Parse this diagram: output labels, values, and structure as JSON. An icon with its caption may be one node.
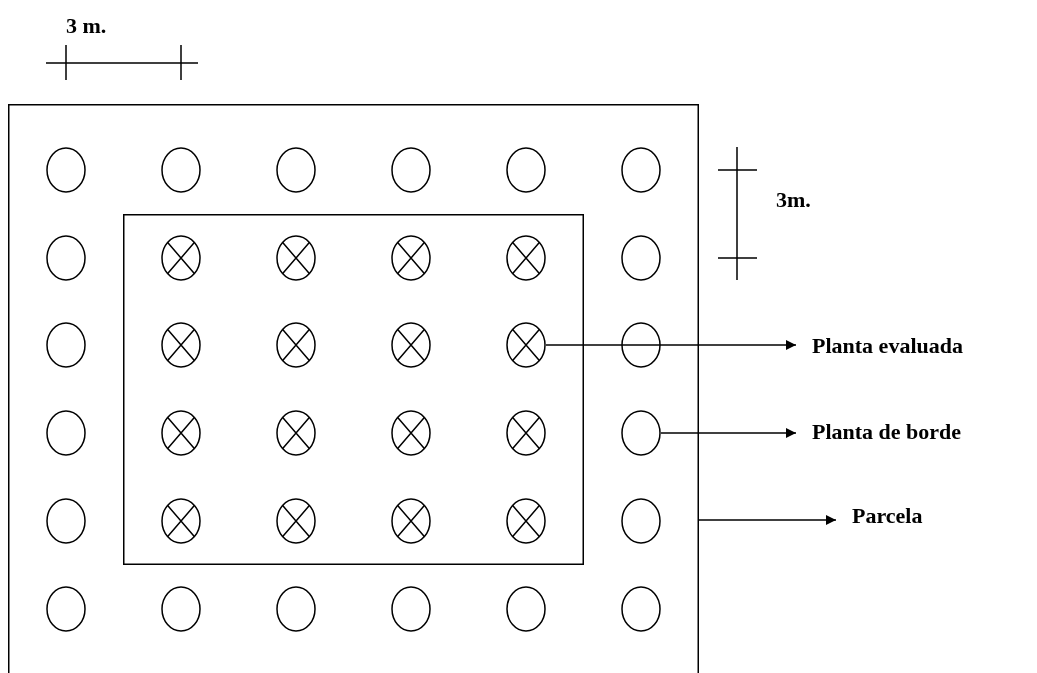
{
  "diagram": {
    "nodes": [
      {
        "text": [],
        "shape": "box"
      },
      {
        "text": [],
        "shape": "box",
        "in": 0
      },
      {
        "text": [],
        "shape": "circle",
        "in": 0
      },
      {
        "text": [],
        "shape": "circle",
        "in": 0
      },
      {
        "text": [],
        "shape": "circle",
        "in": 0
      },
      {
        "text": [],
        "shape": "circle",
        "in": 0
      },
      {
        "text": [],
        "shape": "circle",
        "in": 0
      },
      {
        "text": [],
        "shape": "circle",
        "in": 0
      },
      {
        "text": [],
        "shape": "circle",
        "in": 0
      },
      {
        "text": [],
        "shape": "circle",
        "in": 1
      },
      {
        "text": [],
        "shape": "circle",
        "in": 1
      },
      {
        "text": [],
        "shape": "circle",
        "in": 1
      },
      {
        "text": [],
        "shape": "circle",
        "in": 1
      },
      {
        "text": [],
        "shape": "circle",
        "in": 0
      },
      {
        "text": [],
        "shape": "circle",
        "in": 0
      },
      {
        "text": [],
        "shape": "circle",
        "in": 1
      },
      {
        "text": [],
        "shape": "circle",
        "in": 1
      },
      {
        "text": [],
        "shape": "circle",
        "in": 1
      },
      {
        "text": [],
        "shape": "circle",
        "in": 1
      },
      {
        "text": [],
        "shape": "circle",
        "in": 0
      },
      {
        "text": [],
        "shape": "circle",
        "in": 0
      },
      {
        "text": [],
        "shape": "circle",
        "in": 1
      },
      {
        "text": [],
        "shape": "circle",
        "in": 1
      },
      {
        "text": [],
        "shape": "circle",
        "in": 1
      },
      {
        "text": [],
        "shape": "circle",
        "in": 1
      },
      {
        "text": [],
        "shape": "circle",
        "in": 0
      },
      {
        "text": [],
        "shape": "circle",
        "in": 0
      },
      {
        "text": [],
        "shape": "circle",
        "in": 1
      },
      {
        "text": [],
        "shape": "circle",
        "in": 1
      },
      {
        "text": [],
        "shape": "circle",
        "in": 1
      },
      {
        "text": [],
        "shape": "circle",
        "in": 1
      },
      {
        "text": [],
        "shape": "circle",
        "in": 0
      },
      {
        "text": [],
        "shape": "circle",
        "in": 0
      },
      {
        "text": [],
        "shape": "circle",
        "in": 0
      },
      {
        "text": [],
        "shape": "circle",
        "in": 0
      },
      {
        "text": [],
        "shape": "circle",
        "in": 0
      },
      {
        "text": [],
        "shape": "circle",
        "in": 0
      },
      {
        "text": [],
        "shape": "circle",
        "in": 0
      },
      {
        "text": [
          "Planta evaluada"
        ]
      },
      {
        "text": [
          "Planta de borde"
        ]
      },
      {
        "text": [
          "Parcela"
        ]
      }
    ],
    "edges": [
      {
        "from": 18,
        "to": 38,
        "arrow": "to"
      },
      {
        "from": 25,
        "to": 39,
        "arrow": "to"
      },
      {
        "from": 0,
        "to": 40,
        "arrow": "to"
      }
    ],
    "labels": [
      "3 m.",
      "3m."
    ]
  }
}
